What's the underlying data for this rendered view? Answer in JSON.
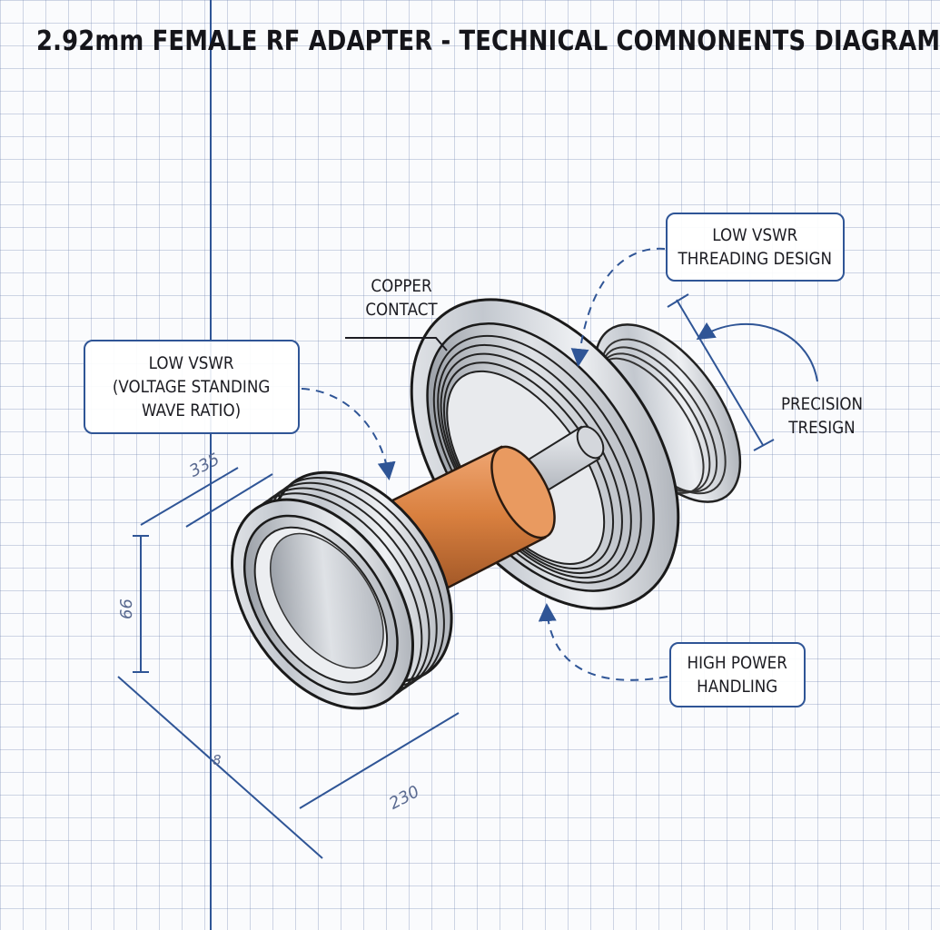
{
  "title": "2.92mm FEMALE RF ADAPTER - TECHNICAL COMNONENTS DIAGRAM",
  "callouts": {
    "low_vswr": {
      "line1": "LOW VSWR",
      "line2": "(VOLTAGE STANDING",
      "line3": "WAVE RATIO)"
    },
    "copper_contact": {
      "line1": "COPPER",
      "line2": "CONTACT"
    },
    "threading_design": {
      "line1": "LOW VSWR",
      "line2": "THREADING DESIGN"
    },
    "precision_design": {
      "line1": "PRECISION",
      "line2": "TRESIGN"
    },
    "high_power": {
      "line1": "HIGH POWER",
      "line2": "HANDLING"
    }
  },
  "dimensions": {
    "top_width": "335",
    "height": "66",
    "bottom_length": "230",
    "small_mark": "8"
  },
  "colors": {
    "grid_line": "#8aa0c8",
    "blueprint_blue": "#2f5596",
    "copper": "#d98a4f",
    "steel": "#b4b9c2"
  }
}
